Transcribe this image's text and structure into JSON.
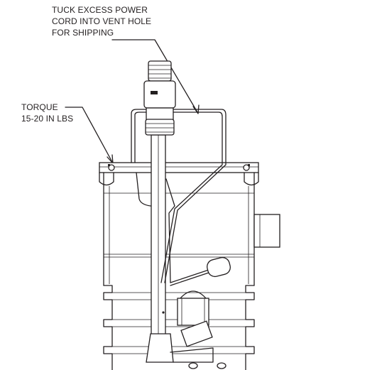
{
  "callouts": {
    "power_cord": {
      "line1": "TUCK EXCESS POWER",
      "line2": "CORD INTO VENT HOLE",
      "line3": "FOR SHIPPING"
    },
    "torque": {
      "line1": "TORQUE",
      "line2": "15-20 IN LBS"
    }
  },
  "colors": {
    "ink": "#231f20",
    "paper": "#ffffff"
  }
}
